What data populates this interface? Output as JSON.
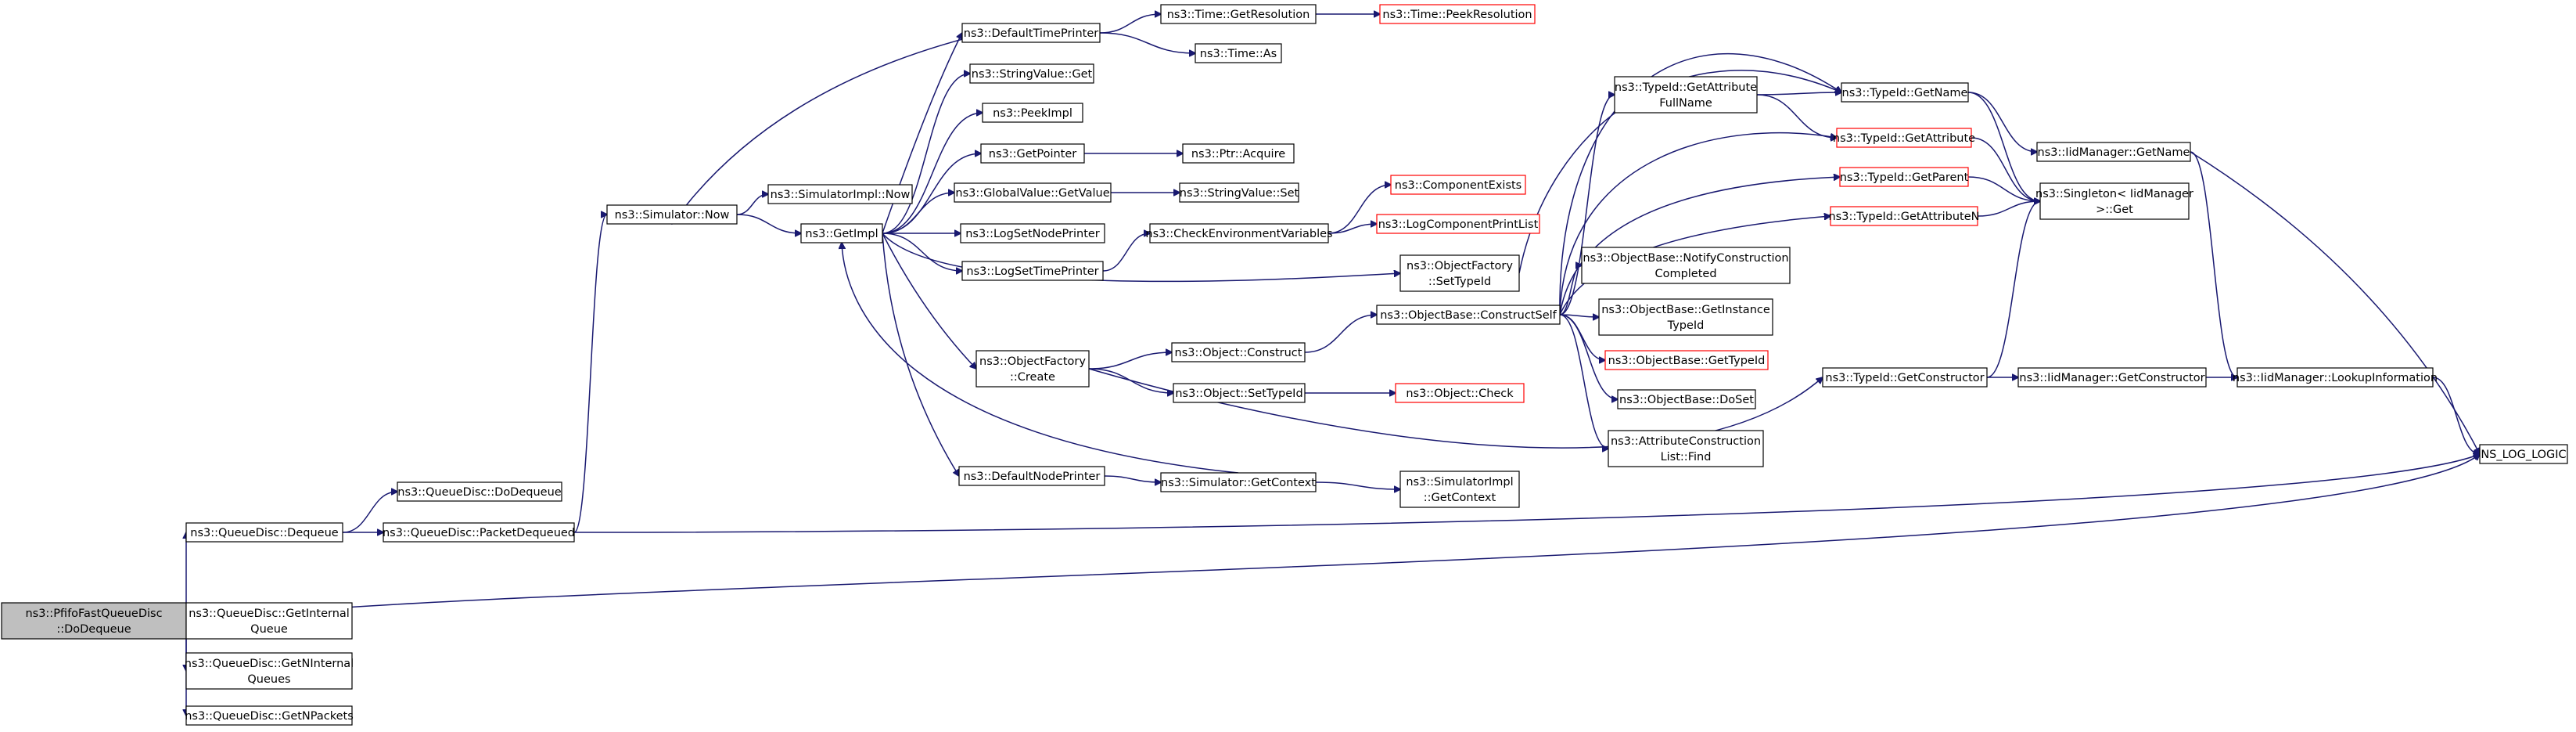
{
  "graph": {
    "nodes": [
      {
        "id": "root",
        "lines": [
          "ns3::PfifoFastQueueDisc",
          "::DoDequeue"
        ],
        "style": "root"
      },
      {
        "id": "dequeue",
        "lines": [
          "ns3::QueueDisc::Dequeue"
        ]
      },
      {
        "id": "getinternalq",
        "lines": [
          "ns3::QueueDisc::GetInternal",
          "Queue"
        ]
      },
      {
        "id": "getninternalq",
        "lines": [
          "ns3::QueueDisc::GetNInternal",
          "Queues"
        ]
      },
      {
        "id": "getnpackets",
        "lines": [
          "ns3::QueueDisc::GetNPackets"
        ]
      },
      {
        "id": "dodequeue",
        "lines": [
          "ns3::QueueDisc::DoDequeue"
        ]
      },
      {
        "id": "packetdequeued",
        "lines": [
          "ns3::QueueDisc::PacketDequeued"
        ]
      },
      {
        "id": "simnow",
        "lines": [
          "ns3::Simulator::Now"
        ]
      },
      {
        "id": "simimplnow",
        "lines": [
          "ns3::SimulatorImpl::Now"
        ]
      },
      {
        "id": "getimpl",
        "lines": [
          "ns3::GetImpl"
        ]
      },
      {
        "id": "deftimeprinter",
        "lines": [
          "ns3::DefaultTimePrinter"
        ]
      },
      {
        "id": "stringvalueget",
        "lines": [
          "ns3::StringValue::Get"
        ]
      },
      {
        "id": "peekimpl",
        "lines": [
          "ns3::PeekImpl"
        ]
      },
      {
        "id": "getpointer",
        "lines": [
          "ns3::GetPointer"
        ]
      },
      {
        "id": "globalvalueget",
        "lines": [
          "ns3::GlobalValue::GetValue"
        ]
      },
      {
        "id": "lognodeprinter",
        "lines": [
          "ns3::LogSetNodePrinter"
        ]
      },
      {
        "id": "logtimeprinter",
        "lines": [
          "ns3::LogSetTimePrinter"
        ]
      },
      {
        "id": "objfactcreate",
        "lines": [
          "ns3::ObjectFactory",
          "::Create"
        ]
      },
      {
        "id": "defnodeprinter",
        "lines": [
          "ns3::DefaultNodePrinter"
        ]
      },
      {
        "id": "timegetres",
        "lines": [
          "ns3::Time::GetResolution"
        ]
      },
      {
        "id": "timeas",
        "lines": [
          "ns3::Time::As"
        ]
      },
      {
        "id": "ptracquire",
        "lines": [
          "ns3::Ptr::Acquire"
        ]
      },
      {
        "id": "stringvalueset",
        "lines": [
          "ns3::StringValue::Set"
        ]
      },
      {
        "id": "checkenv",
        "lines": [
          "ns3::CheckEnvironmentVariables"
        ]
      },
      {
        "id": "objconstruct",
        "lines": [
          "ns3::Object::Construct"
        ]
      },
      {
        "id": "objsettypeid",
        "lines": [
          "ns3::Object::SetTypeId"
        ]
      },
      {
        "id": "simgetcontext",
        "lines": [
          "ns3::Simulator::GetContext"
        ]
      },
      {
        "id": "timepeekres",
        "lines": [
          "ns3::Time::PeekResolution"
        ],
        "style": "red"
      },
      {
        "id": "componentexists",
        "lines": [
          "ns3::ComponentExists"
        ],
        "style": "red"
      },
      {
        "id": "logcompprintlist",
        "lines": [
          "ns3::LogComponentPrintList"
        ],
        "style": "red"
      },
      {
        "id": "objfactsettypeid",
        "lines": [
          "ns3::ObjectFactory",
          "::SetTypeId"
        ]
      },
      {
        "id": "constructself",
        "lines": [
          "ns3::ObjectBase::ConstructSelf"
        ]
      },
      {
        "id": "objcheck",
        "lines": [
          "ns3::Object::Check"
        ],
        "style": "red"
      },
      {
        "id": "simimplgetcontext",
        "lines": [
          "ns3::SimulatorImpl",
          "::GetContext"
        ]
      },
      {
        "id": "typeidgetattrfullname",
        "lines": [
          "ns3::TypeId::GetAttribute",
          "FullName"
        ]
      },
      {
        "id": "notifyconstruction",
        "lines": [
          "ns3::ObjectBase::NotifyConstruction",
          "Completed"
        ]
      },
      {
        "id": "getinstancetypeid",
        "lines": [
          "ns3::ObjectBase::GetInstance",
          "TypeId"
        ]
      },
      {
        "id": "objbasegettypeid",
        "lines": [
          "ns3::ObjectBase::GetTypeId"
        ],
        "style": "red"
      },
      {
        "id": "doset",
        "lines": [
          "ns3::ObjectBase::DoSet"
        ]
      },
      {
        "id": "attrconstructlistfind",
        "lines": [
          "ns3::AttributeConstruction",
          "List::Find"
        ]
      },
      {
        "id": "typeidgetname",
        "lines": [
          "ns3::TypeId::GetName"
        ]
      },
      {
        "id": "typeidgetattribute",
        "lines": [
          "ns3::TypeId::GetAttribute"
        ],
        "style": "red"
      },
      {
        "id": "typeidgetparent",
        "lines": [
          "ns3::TypeId::GetParent"
        ],
        "style": "red"
      },
      {
        "id": "typeidgetattributen",
        "lines": [
          "ns3::TypeId::GetAttributeN"
        ],
        "style": "red"
      },
      {
        "id": "typeidgetconstructor",
        "lines": [
          "ns3::TypeId::GetConstructor"
        ]
      },
      {
        "id": "iidgetname",
        "lines": [
          "ns3::IidManager::GetName"
        ]
      },
      {
        "id": "singletonget",
        "lines": [
          "ns3::Singleton< IidManager",
          ">::Get"
        ]
      },
      {
        "id": "iidgetconstructor",
        "lines": [
          "ns3::IidManager::GetConstructor"
        ]
      },
      {
        "id": "iidlookupinfo",
        "lines": [
          "ns3::IidManager::LookupInformation"
        ]
      },
      {
        "id": "nslog",
        "lines": [
          "NS_LOG_LOGIC"
        ]
      }
    ],
    "edges": [
      [
        "root",
        "dequeue"
      ],
      [
        "root",
        "getinternalq"
      ],
      [
        "root",
        "getninternalq"
      ],
      [
        "root",
        "getnpackets"
      ],
      [
        "root",
        "nslog"
      ],
      [
        "dequeue",
        "dodequeue"
      ],
      [
        "dequeue",
        "packetdequeued"
      ],
      [
        "packetdequeued",
        "simnow"
      ],
      [
        "packetdequeued",
        "nslog"
      ],
      [
        "simnow",
        "simimplnow"
      ],
      [
        "simnow",
        "getimpl"
      ],
      [
        "getimpl",
        "deftimeprinter"
      ],
      [
        "getimpl",
        "stringvalueget"
      ],
      [
        "getimpl",
        "peekimpl"
      ],
      [
        "getimpl",
        "getpointer"
      ],
      [
        "getimpl",
        "globalvalueget"
      ],
      [
        "getimpl",
        "lognodeprinter"
      ],
      [
        "getimpl",
        "logtimeprinter"
      ],
      [
        "getimpl",
        "objfactsettypeid"
      ],
      [
        "getimpl",
        "objfactcreate"
      ],
      [
        "getimpl",
        "defnodeprinter"
      ],
      [
        "deftimeprinter",
        "simnow"
      ],
      [
        "deftimeprinter",
        "timegetres"
      ],
      [
        "deftimeprinter",
        "timeas"
      ],
      [
        "timegetres",
        "timepeekres"
      ],
      [
        "getpointer",
        "ptracquire"
      ],
      [
        "globalvalueget",
        "stringvalueset"
      ],
      [
        "logtimeprinter",
        "checkenv"
      ],
      [
        "checkenv",
        "componentexists"
      ],
      [
        "checkenv",
        "logcompprintlist"
      ],
      [
        "objfactcreate",
        "objconstruct"
      ],
      [
        "objfactcreate",
        "objsettypeid"
      ],
      [
        "objfactcreate",
        "typeidgetconstructor"
      ],
      [
        "objconstruct",
        "constructself"
      ],
      [
        "objsettypeid",
        "objcheck"
      ],
      [
        "defnodeprinter",
        "simgetcontext"
      ],
      [
        "simgetcontext",
        "getimpl"
      ],
      [
        "simgetcontext",
        "simimplgetcontext"
      ],
      [
        "objfactsettypeid",
        "typeidgetname"
      ],
      [
        "constructself",
        "typeidgetattrfullname"
      ],
      [
        "constructself",
        "typeidgetname"
      ],
      [
        "constructself",
        "typeidgetattribute"
      ],
      [
        "constructself",
        "typeidgetparent"
      ],
      [
        "constructself",
        "typeidgetattributen"
      ],
      [
        "constructself",
        "notifyconstruction"
      ],
      [
        "constructself",
        "getinstancetypeid"
      ],
      [
        "constructself",
        "objbasegettypeid"
      ],
      [
        "constructself",
        "doset"
      ],
      [
        "constructself",
        "attrconstructlistfind"
      ],
      [
        "typeidgetattrfullname",
        "typeidgetname"
      ],
      [
        "typeidgetattrfullname",
        "typeidgetattribute"
      ],
      [
        "typeidgetname",
        "iidgetname"
      ],
      [
        "typeidgetname",
        "singletonget"
      ],
      [
        "typeidgetattribute",
        "singletonget"
      ],
      [
        "typeidgetparent",
        "singletonget"
      ],
      [
        "typeidgetattributen",
        "singletonget"
      ],
      [
        "typeidgetconstructor",
        "singletonget"
      ],
      [
        "typeidgetconstructor",
        "iidgetconstructor"
      ],
      [
        "iidgetname",
        "iidlookupinfo"
      ],
      [
        "iidgetname",
        "nslog"
      ],
      [
        "iidgetconstructor",
        "iidlookupinfo"
      ],
      [
        "iidlookupinfo",
        "nslog"
      ]
    ]
  }
}
